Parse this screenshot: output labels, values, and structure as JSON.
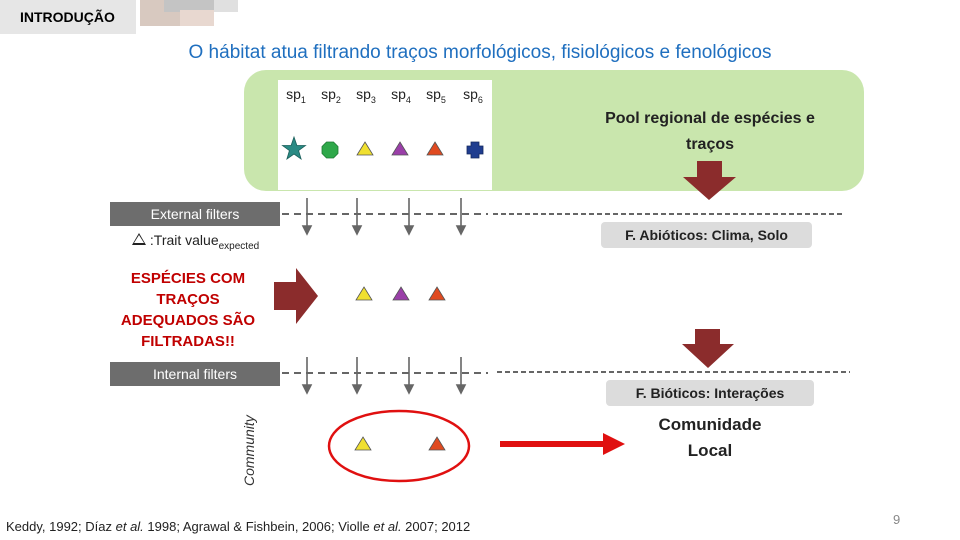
{
  "header": {
    "section": "INTRODUÇÃO"
  },
  "title": "O hábitat atua filtrando traços morfológicos, fisiológicos e fenológicos",
  "species_panel": {
    "species": [
      {
        "label": "sp",
        "sub": "1",
        "shape": "star",
        "color": "#2a8a84"
      },
      {
        "label": "sp",
        "sub": "2",
        "shape": "octagon",
        "color": "#2fa84a"
      },
      {
        "label": "sp",
        "sub": "3",
        "shape": "triangle",
        "color": "#f0e030"
      },
      {
        "label": "sp",
        "sub": "4",
        "shape": "triangle",
        "color": "#9a3fa8"
      },
      {
        "label": "sp",
        "sub": "5",
        "shape": "triangle",
        "color": "#e04a20"
      },
      {
        "label": "sp",
        "sub": "6",
        "shape": "cross",
        "color": "#1f3d8f"
      }
    ]
  },
  "pool_label": "Pool regional de espécies e traços",
  "filters": {
    "external": "External filters",
    "internal": "Internal filters",
    "legend_main": ":Trait value",
    "legend_sub": "expected"
  },
  "abiotic_label": "F. Abióticos: Clima, Solo",
  "biotic_label": "F. Bióticos: Interações",
  "filtered_text_lines": [
    "ESPÉCIES COM",
    "TRAÇOS",
    "ADEQUADOS SÃO",
    "FILTRADAS!!"
  ],
  "community_label": "Community",
  "local_community_lines": [
    "Comunidade",
    "Local"
  ],
  "citation": {
    "parts": [
      "Keddy, 1992; Díaz ",
      "et al.",
      " 1998; Agrawal & Fishbein, 2006; Violle ",
      "et al.",
      " 2007; 2012"
    ]
  },
  "page_number": "9",
  "colors": {
    "title": "#1f6fbf",
    "pool_box": "#c9e6ad",
    "dark_red_arrow": "#8b2c2c",
    "bright_red": "#e01010",
    "filter_label_bg": "#6d6d6d"
  }
}
